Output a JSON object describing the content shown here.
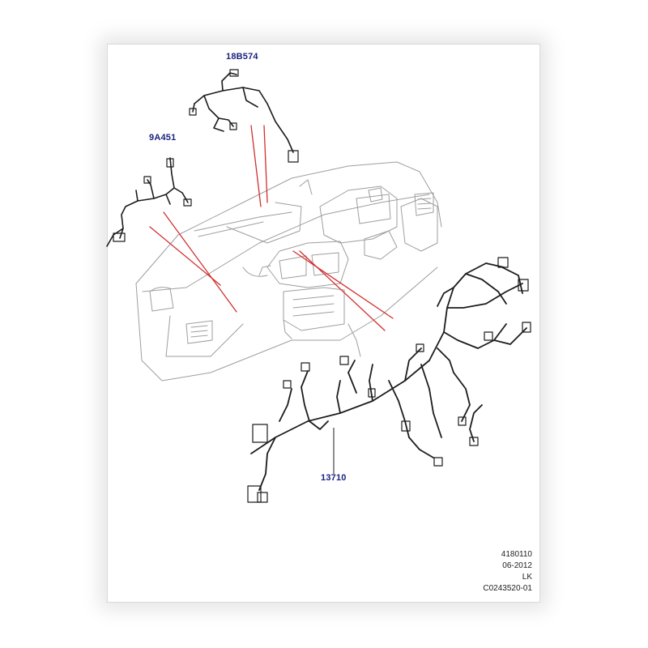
{
  "diagram": {
    "callouts": {
      "part_18b574": "18B574",
      "part_9a451": "9A451",
      "part_13710": "13710"
    },
    "meta": {
      "illustration_no": "4180110",
      "date": "06-2012",
      "code": "LK",
      "reference": "C0243520-01"
    }
  },
  "colors": {
    "callout_text": "#1a237e",
    "leader_line": "#d32f2f",
    "dashboard_outline": "#9e9e9e",
    "harness": "#1c1c1c"
  }
}
